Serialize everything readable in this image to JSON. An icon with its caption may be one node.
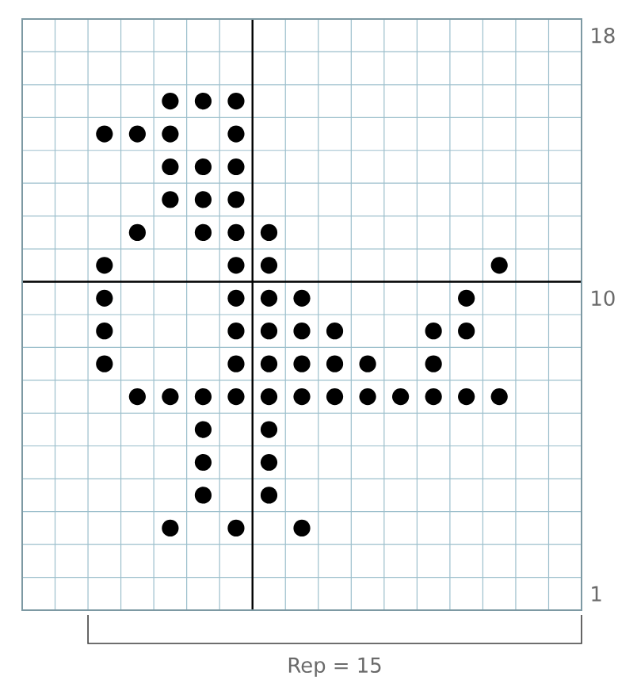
{
  "diagram": {
    "labels": [
      "18",
      "10",
      "1",
      "Rep = 15"
    ]
  }
}
